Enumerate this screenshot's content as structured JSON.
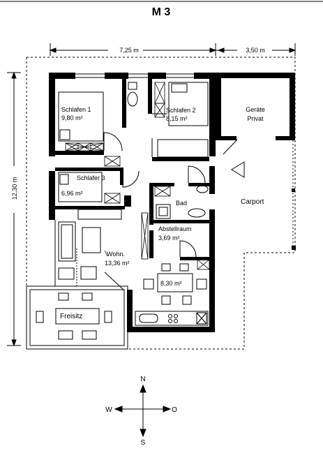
{
  "title": "M 3",
  "dimensions": {
    "width_main": "7,25 m",
    "width_carport": "3,50 m",
    "height": "12,30 m"
  },
  "rooms": {
    "schlafen1": {
      "name": "Schlafen 1",
      "area": "9,80 m²"
    },
    "schlafen2": {
      "name": "Schlafen 2",
      "area": "8,15 m²"
    },
    "schlafen3": {
      "name": "Schlafer 3",
      "area": "6,96 m²"
    },
    "geraete": {
      "line1": "Geräte",
      "line2": "Privat"
    },
    "carport": {
      "name": "Carport"
    },
    "bad": {
      "name": "Bad"
    },
    "abstellraum": {
      "name": "Abstellraum",
      "area": "3,69 m²"
    },
    "wohn": {
      "name": "Wohn.",
      "area": "13,36 m²"
    },
    "kueche": {
      "area": "8,30 m²"
    },
    "freisitz": {
      "name": "Freisitz"
    }
  },
  "compass": {
    "north": "N",
    "south": "S",
    "west": "W",
    "east": "O"
  }
}
